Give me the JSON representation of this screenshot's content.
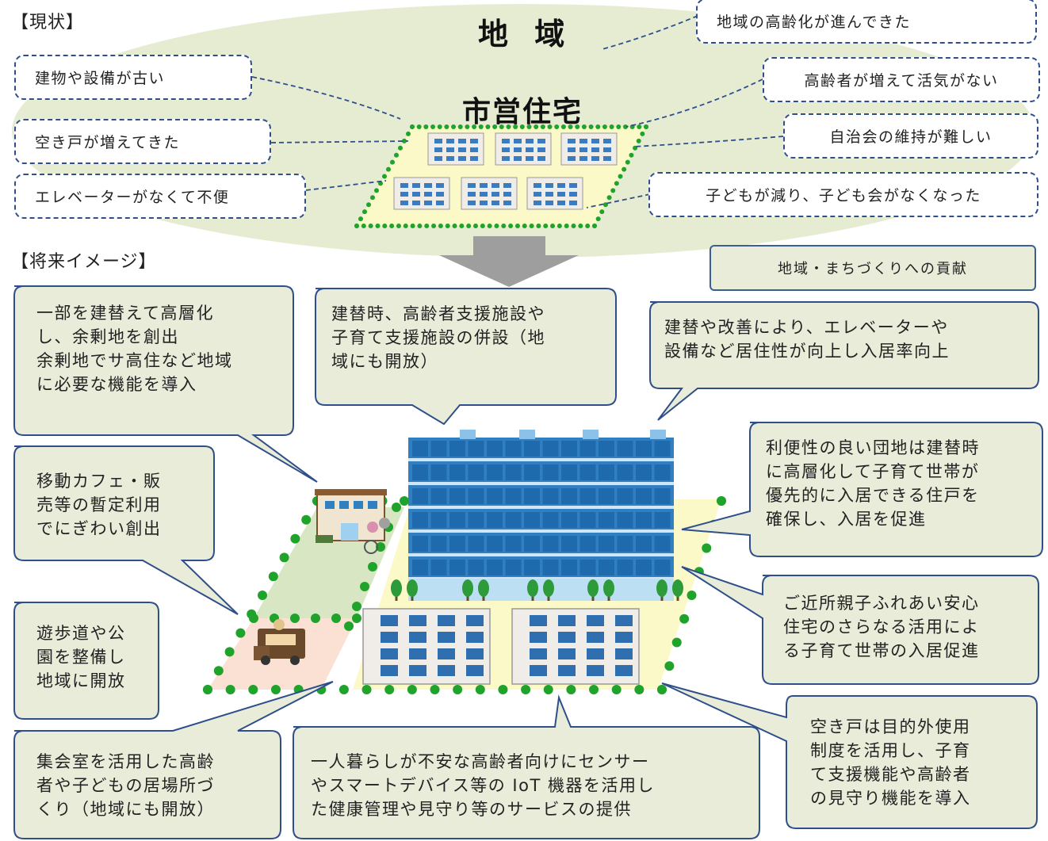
{
  "sections": {
    "current": "【現状】",
    "future": "【将来イメージ】"
  },
  "current": {
    "region_title": "地 域",
    "housing_title": "市営住宅",
    "issues": [
      "建物や設備が古い",
      "空き戸が増えてきた",
      "エレベーターがなくて不便",
      "地域の高齢化が進んできた",
      "高齢者が増えて活気がない",
      "自治会の維持が難しい",
      "子どもが減り、子ども会がなくなった"
    ]
  },
  "future": {
    "contribution_label": "地域・まちづくりへの貢献",
    "bubbles": [
      [
        "一部を建替えて高層化",
        "し、余剰地を創出",
        "余剰地でサ高住など地域",
        "に必要な機能を導入"
      ],
      [
        "建替時、高齢者支援施設や",
        "子育て支援施設の併設（地",
        "域にも開放）"
      ],
      [
        "建替や改善により、エレベーターや",
        "設備など居住性が向上し入居率向上"
      ],
      [
        "移動カフェ・販",
        "売等の暫定利用",
        "でにぎわい創出"
      ],
      [
        "利便性の良い団地は建替時",
        "に高層化して子育て世帯が",
        "優先的に入居できる住戸を",
        "確保し、入居を促進"
      ],
      [
        "遊歩道や公",
        "園を整備し",
        "地域に開放"
      ],
      [
        "ご近所親子ふれあい安心",
        "住宅のさらなる活用によ",
        "る子育て世帯の入居促進"
      ],
      [
        "集会室を活用した高齢",
        "者や子どもの居場所づ",
        "くり（地域にも開放）"
      ],
      [
        "一人暮らしが不安な高齢者向けにセンサー",
        "やスマートデバイス等の IoT 機器を活用し",
        "た健康管理や見守り等のサービスの提供"
      ],
      [
        "空き戸は目的外使用",
        "制度を活用し、子育",
        "て支援機能や高齢者",
        "の見守り機能を導入"
      ]
    ]
  },
  "colors": {
    "ellipse": "#e6ecd2",
    "bubble_fill": "#e8ecd9",
    "bubble_stroke": "#2f4f8a",
    "dot_green": "#1fa32b",
    "site_yellow": "#fbf9c8",
    "arrow_gray": "#9e9e9e",
    "building_blue": "#2f7fc1"
  },
  "icons": [
    "apartment-building-icon",
    "high-rise-building-icon",
    "care-facility-icon",
    "food-truck-icon",
    "tree-icon"
  ]
}
